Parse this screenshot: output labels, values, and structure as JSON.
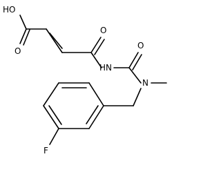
{
  "molecule": {
    "atoms": {
      "hydroxyl": "HO",
      "acid_carbonyl_oxygen": "O",
      "amide_carbonyl_oxygen": "O",
      "imide_nitrogen": "HN",
      "urea_carbonyl_oxygen": "O",
      "urea_nitrogen": "N",
      "fluorine": "F"
    },
    "colors": {
      "bond": "#000000",
      "label": "#000000",
      "background": "#ffffff"
    }
  }
}
